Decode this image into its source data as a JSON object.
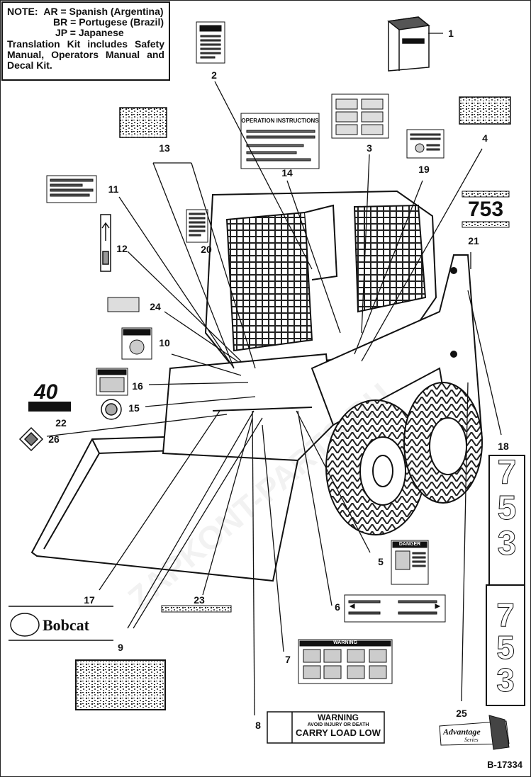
{
  "note": {
    "label": "NOTE:",
    "codes": [
      {
        "code": "AR",
        "eq": "=",
        "language": "Spanish (Argentina)"
      },
      {
        "code": "BR",
        "eq": "=",
        "language": "Portugese (Brazil)"
      },
      {
        "code": "JP",
        "eq": "=",
        "language": "Japanese"
      }
    ],
    "text": "Translation Kit includes Safety Manual, Operators Manual and Decal Kit."
  },
  "callouts": [
    "1",
    "2",
    "3",
    "4",
    "5",
    "6",
    "7",
    "8",
    "9",
    "10",
    "11",
    "12",
    "13",
    "14",
    "15",
    "16",
    "17",
    "18",
    "19",
    "20",
    "21",
    "22",
    "23",
    "24",
    "25",
    "26"
  ],
  "decals": {
    "operation_header": "OPERATION INSTRUCTIONS",
    "model_number": "753",
    "model_digits": [
      "7",
      "5",
      "3"
    ],
    "warning_word": "WARNING",
    "warning_sub": "AVOID INJURY OR DEATH",
    "carry_load": "CARRY LOAD LOW",
    "danger_word": "DANGER",
    "brand": "Bobcat",
    "advantage": "Advantage",
    "series": "Series"
  },
  "figure_ref": "B-17334",
  "watermark": "ZAPKONT-PARTS.RU"
}
